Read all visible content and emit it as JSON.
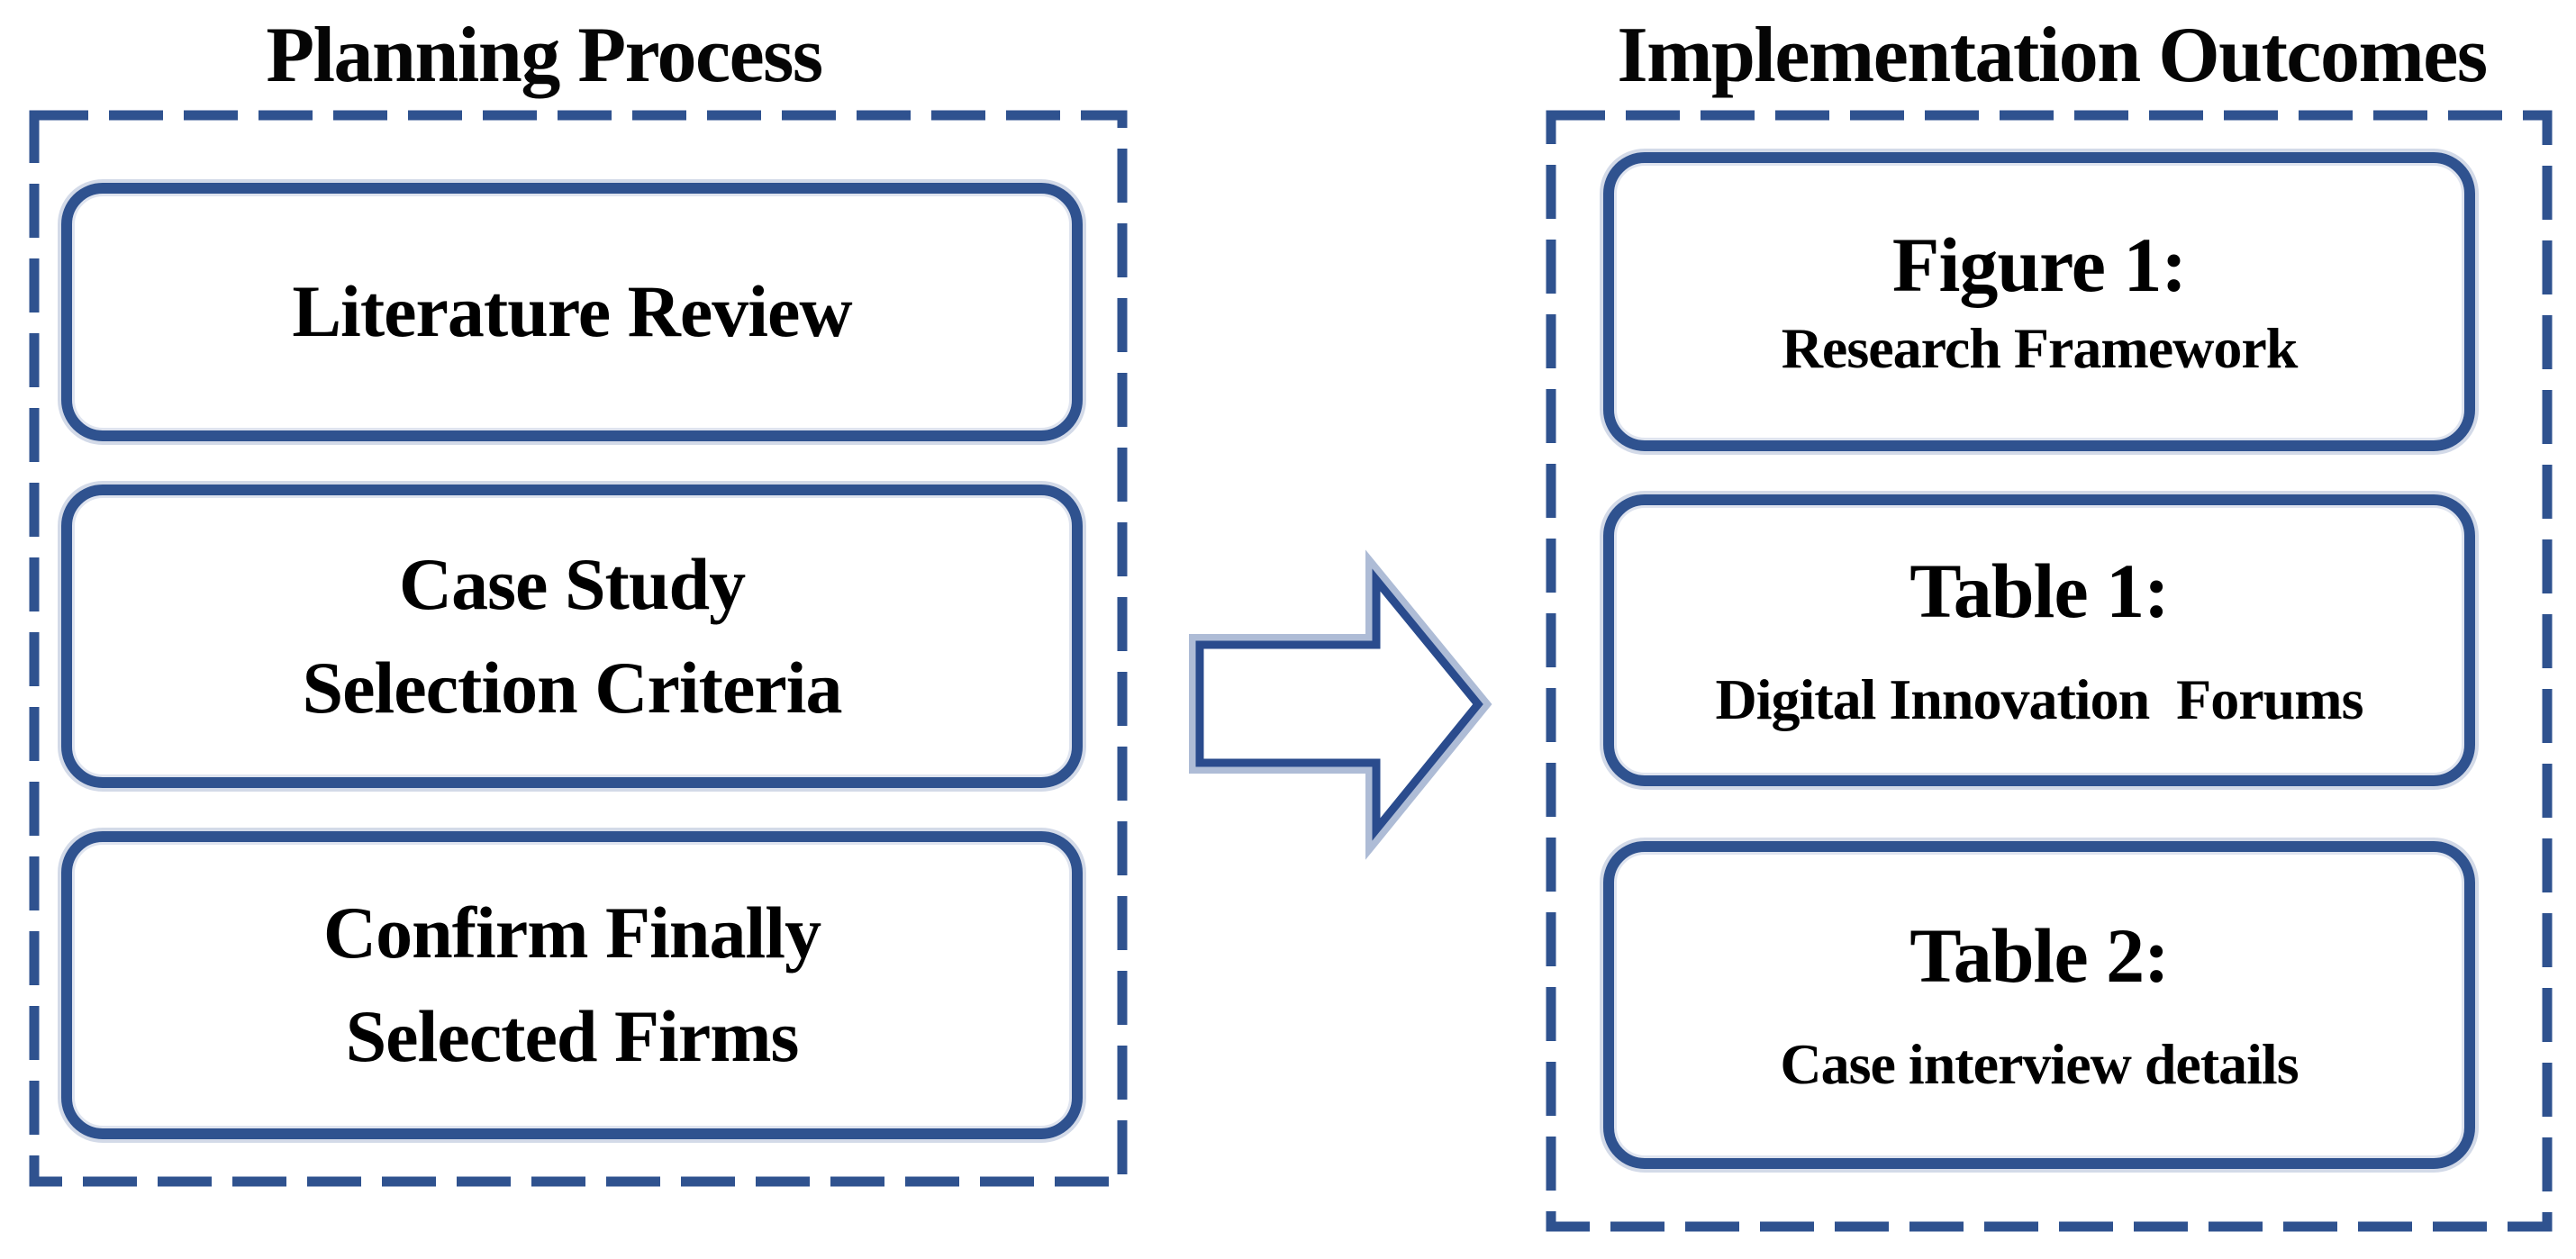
{
  "colors": {
    "line_blue": "#2F528F",
    "arrow_dark": "#2A4B8D",
    "arrow_halo": "#AEBCD6",
    "text": "#000000",
    "background": "#FFFFFF"
  },
  "left_panel": {
    "title": "Planning Process",
    "boxes": [
      {
        "lines": [
          "Literature Review"
        ]
      },
      {
        "lines": [
          "Case Study",
          "Selection Criteria"
        ]
      },
      {
        "lines": [
          "Confirm Finally",
          "Selected Firms"
        ]
      }
    ]
  },
  "right_panel": {
    "title": "Implementation Outcomes",
    "boxes": [
      {
        "heading": "Figure 1:",
        "subtext": "Research Framework"
      },
      {
        "heading": "Table 1:",
        "subtext": "Digital Innovation  Forums"
      },
      {
        "heading": "Table 2:",
        "subtext": "Case interview details"
      }
    ]
  },
  "arrow": {
    "direction": "right"
  }
}
